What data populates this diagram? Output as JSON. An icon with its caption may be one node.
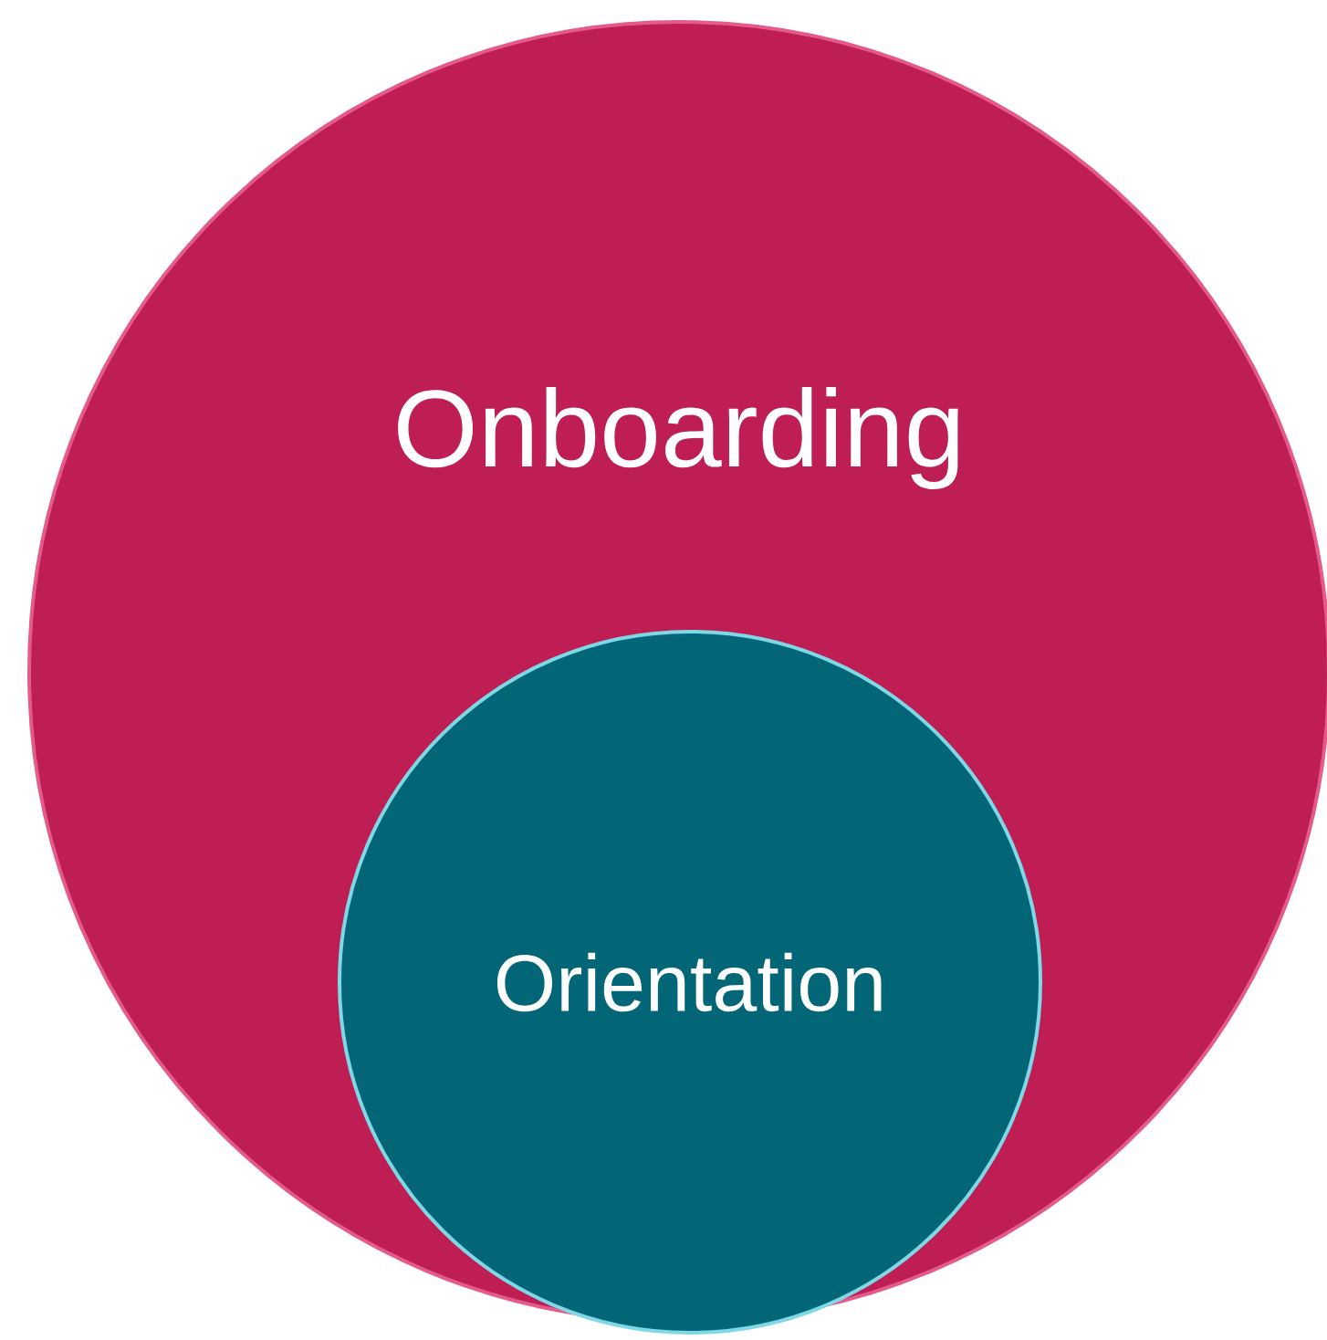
{
  "diagram": {
    "nodes": [
      {
        "text": [
          "Onboarding"
        ]
      },
      {
        "text": [
          "Orientation"
        ],
        "in": 0
      }
    ]
  }
}
